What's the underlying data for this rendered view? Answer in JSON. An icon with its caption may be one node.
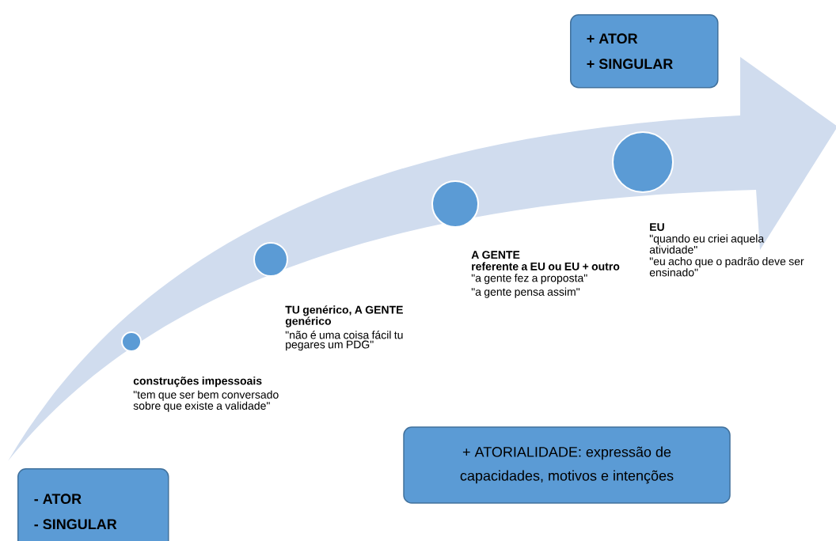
{
  "diagram": {
    "nodes": [
      {
        "text": [
          "- ATOR",
          "- SINGULAR"
        ]
      },
      {
        "text": [],
        "shape": "circle",
        "beside": [
          "construções impessoais",
          "\"tem que ser bem conversado sobre que existe a validade\""
        ]
      },
      {
        "text": [],
        "shape": "circle",
        "beside": [
          "TU genérico, A GENTE genérico",
          "\"não é uma coisa fácil tu pegares um PDG\""
        ]
      },
      {
        "text": [],
        "shape": "circle",
        "beside": [
          "A GENTE",
          "referente a EU ou EU + outro",
          "\"a gente fez a proposta\"",
          "\"a gente pensa assim\""
        ]
      },
      {
        "text": [],
        "shape": "circle",
        "beside": [
          "EU",
          "\"quando eu criei aquela atividade\"",
          "\"eu acho que o padrão deve ser ensinado\""
        ]
      },
      {
        "text": [
          "+ ATOR",
          "+ SINGULAR"
        ]
      },
      {
        "text": [
          "+ ATORIALIDADE: expressão de capacidades, motivos e intenções"
        ]
      }
    ]
  }
}
